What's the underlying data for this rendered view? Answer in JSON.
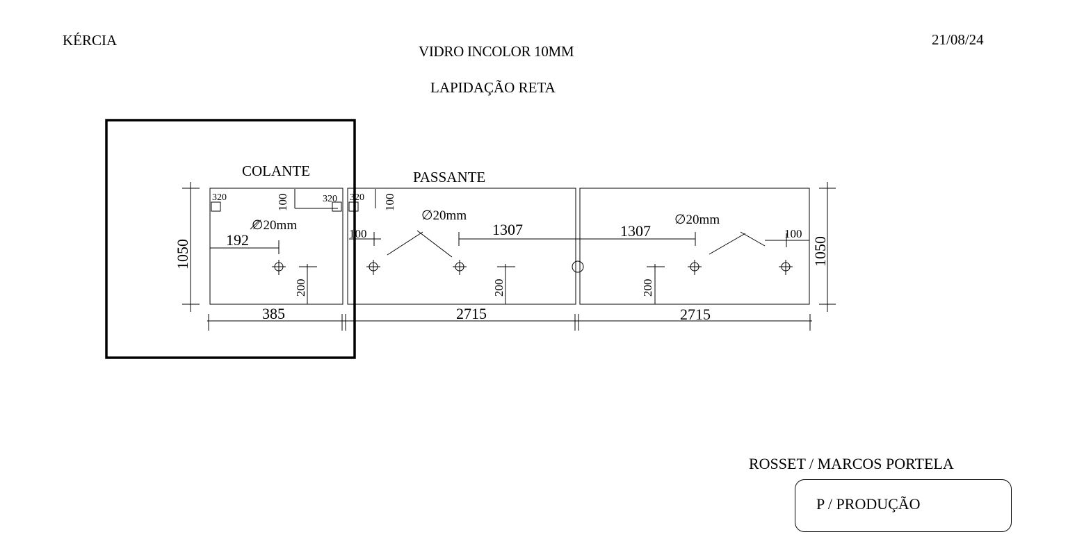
{
  "header": {
    "client": "KÉRCIA",
    "material": "VIDRO INCOLOR 10MM",
    "finish": "LAPIDAÇÃO RETA",
    "date": "21/08/24"
  },
  "panels": {
    "colante": {
      "label": "COLANTE",
      "width": "385",
      "height": "1050",
      "edge_left": "320",
      "edge_right": "320",
      "top_offset": "100",
      "hole_offset_x": "192",
      "hole_offset_y": "200",
      "hole_diameter": "∅20mm"
    },
    "passante": {
      "label": "PASSANTE",
      "width": "2715",
      "edge_left": "320",
      "top_offset": "100",
      "side_offset": "100",
      "hole_spacing": "1307",
      "hole_offset_y": "200",
      "hole_diameter": "∅20mm"
    },
    "panel3": {
      "width": "2715",
      "height": "1050",
      "side_offset": "100",
      "hole_spacing": "1307",
      "hole_offset_y": "200",
      "hole_diameter": "∅20mm"
    }
  },
  "footer": {
    "name": "ROSSET / MARCOS PORTELA",
    "stamp": "P / PRODUÇÃO"
  },
  "style": {
    "line_color": "#000000",
    "background": "#ffffff"
  }
}
